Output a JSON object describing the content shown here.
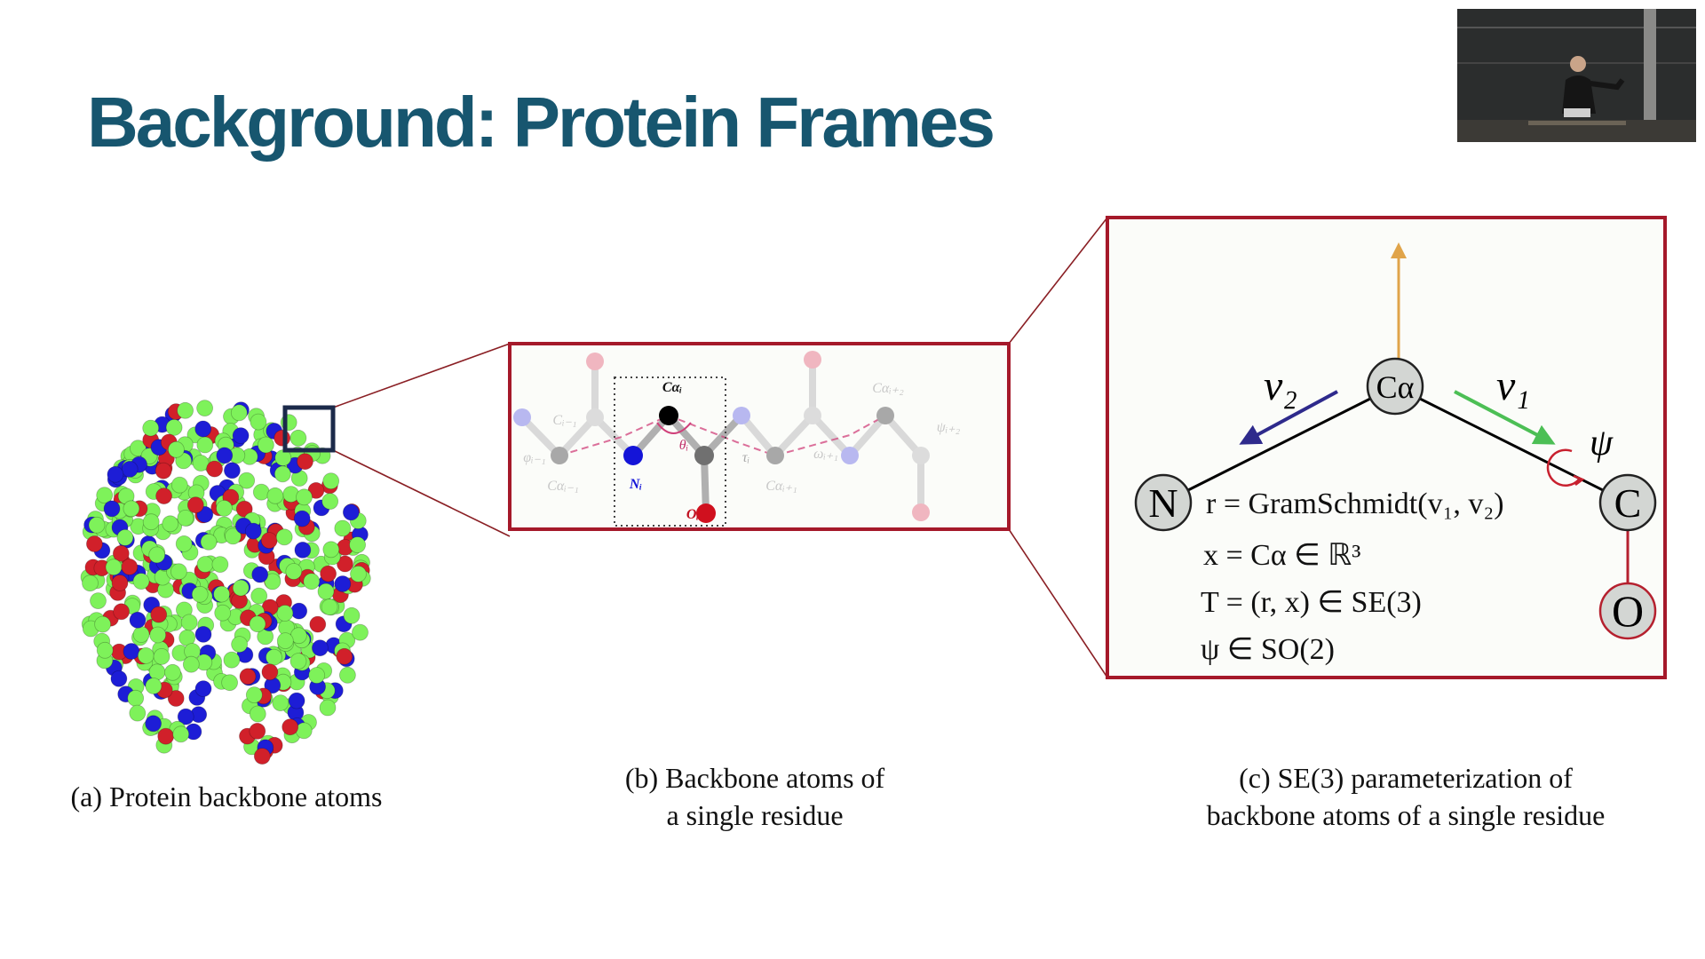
{
  "slide": {
    "title": "Background: Protein Frames",
    "captions": {
      "a": "(a) Protein backbone atoms",
      "b_line1": "(b) Backbone atoms of",
      "b_line2": "a single residue",
      "c_line1": "(c) SE(3) parameterization of",
      "c_line2": "backbone atoms of a single residue"
    },
    "panel_b_labels": {
      "c_alpha_i": "Cαᵢ",
      "n_i": "Nᵢ",
      "o_i": "Oᵢ",
      "theta_i": "θᵢ",
      "c_i_minus_1": "Cᵢ₋₁",
      "phi_i_minus_1": "φᵢ₋₁",
      "c_alpha_i_minus_1": "Cαᵢ₋₁",
      "tau_i": "τᵢ",
      "c_alpha_i_plus_1": "Cαᵢ₊₁",
      "omega_i_plus_1": "ωᵢ₊₁",
      "c_alpha_i_plus_2": "Cαᵢ₊₂",
      "psi_i_plus_2": "ψᵢ₊₂"
    },
    "panel_c": {
      "atom_c_alpha": "Cα",
      "atom_n": "N",
      "atom_c": "C",
      "atom_o": "O",
      "v1": "v₁",
      "v2": "v₂",
      "psi": "ψ",
      "equations": [
        "r = GramSchmidt(v₁, v₂)",
        "x = Cα ∈ ℝ³",
        "T = (r, x) ∈ SE(3)",
        "ψ ∈ SO(2)"
      ]
    },
    "colors": {
      "title": "#17566f",
      "frame_border": "#b5202e",
      "atom_n": "#1d1dd6",
      "atom_o": "#d1202a",
      "atom_c": "#7ef25a",
      "v1_arrow": "#4cbf55",
      "v2_arrow": "#2e2a8c",
      "normal_arrow": "#e0a44a"
    }
  }
}
